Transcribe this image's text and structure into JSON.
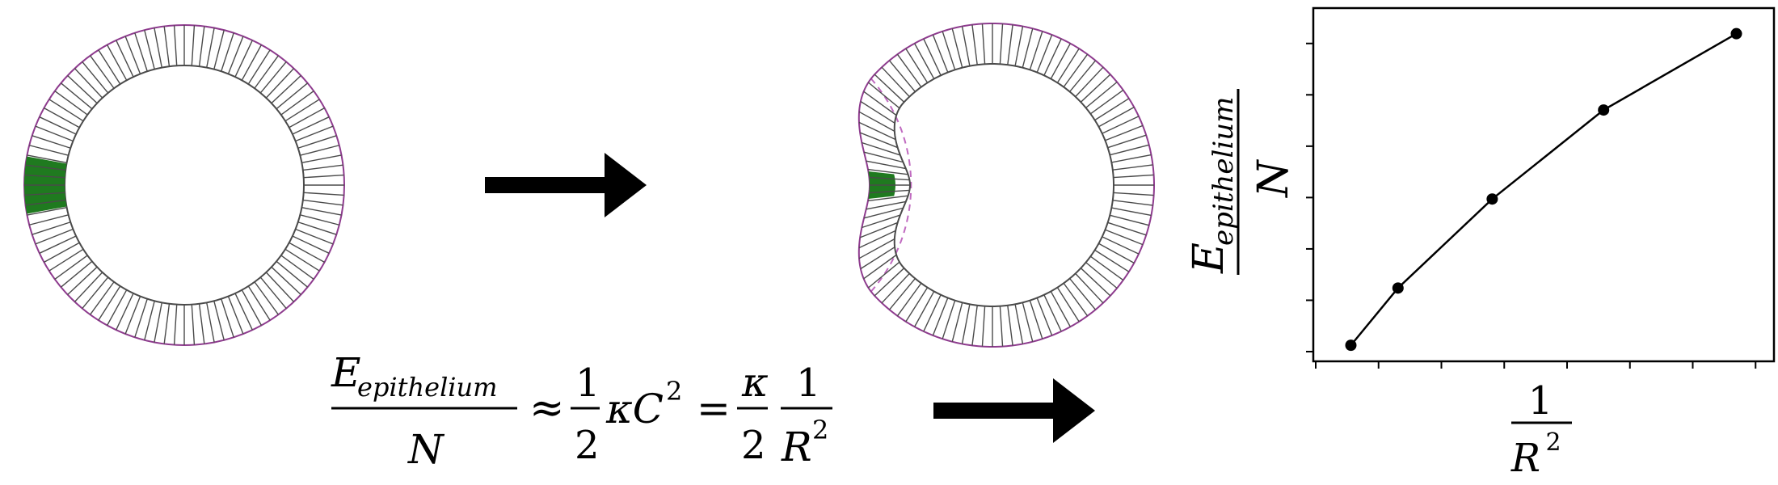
{
  "colors": {
    "cell_stroke": "#4a4a4a",
    "apical_outline": "#8e3b8e",
    "dashed_reference": "#c06ac0",
    "highlight_cells": "#1f7a1f",
    "arrow": "#000000",
    "plot_line": "#000000"
  },
  "equation": {
    "lhs_numerator_symbol": "E",
    "lhs_numerator_subscript": "epithelium",
    "lhs_denominator": "N",
    "approx_sign": "≈",
    "half_numerator": "1",
    "half_denominator": "2",
    "kappa_c_squared": "κC",
    "exponent": "2",
    "equals_sign": "=",
    "kappa_numerator": "κ",
    "kappa_denominator": "2",
    "one_numerator": "1",
    "r_squared": "R"
  },
  "panel_left": {
    "description_icon": "circular-epithelium-icon"
  },
  "panel_middle": {
    "description_icon": "invaginated-epithelium-icon"
  },
  "chart_data": {
    "type": "line",
    "ylabel_symbol": "E",
    "ylabel_subscript": "epithelium",
    "ylabel_denominator": "N",
    "xlabel_numerator": "1",
    "xlabel_symbol": "R",
    "xlabel_exponent": "2",
    "x": [
      0.05,
      0.16,
      0.38,
      0.64,
      0.95
    ],
    "y": [
      0.02,
      0.2,
      0.48,
      0.76,
      1.0
    ],
    "xlim": [
      0,
      1
    ],
    "ylim": [
      0,
      1.05
    ],
    "x_ticks_count": 8,
    "y_ticks_count": 7,
    "x_tick_labels": [],
    "y_tick_labels": [],
    "grid": false
  }
}
